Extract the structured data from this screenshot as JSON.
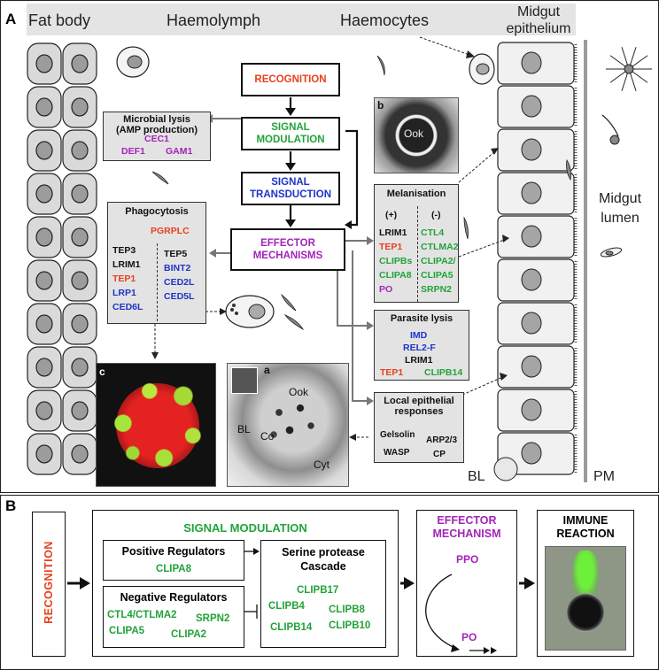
{
  "panel_a": {
    "letter": "A",
    "headers": {
      "fat_body": "Fat body",
      "haemolymph": "Haemolymph",
      "haemocytes": "Haemocytes",
      "midgut_epithelium_1": "Midgut",
      "midgut_epithelium_2": "epithelium",
      "midgut_lumen_1": "Midgut",
      "midgut_lumen_2": "lumen"
    },
    "flow": {
      "recognition": "RECOGNITION",
      "signal_modulation_1": "SIGNAL",
      "signal_modulation_2": "MODULATION",
      "signal_transduction_1": "SIGNAL",
      "signal_transduction_2": "TRANSDUCTION",
      "effector_1": "EFFECTOR",
      "effector_2": "MECHANISMS"
    },
    "microbial_lysis": {
      "title_1": "Microbial lysis",
      "title_2": "(AMP production)",
      "g1": "CEC1",
      "g2": "DEF1",
      "g3": "GAM1"
    },
    "phagocytosis": {
      "title": "Phagocytosis",
      "top": "PGRPLC",
      "left": [
        "TEP3",
        "LRIM1",
        "TEP1",
        "LRP1",
        "CED6L"
      ],
      "right": [
        "TEP5",
        "BINT2",
        "CED2L",
        "CED5L"
      ]
    },
    "melanisation": {
      "title": "Melanisation",
      "plus": "(+)",
      "minus": "(-)",
      "left": [
        "LRIM1",
        "TEP1",
        "CLIPBs",
        "CLIPA8",
        "PO"
      ],
      "right": [
        "CTL4",
        "CTLMA2",
        "CLIPA2/",
        "CLIPA5",
        "SRPN2"
      ]
    },
    "parasite_lysis": {
      "title": "Parasite lysis",
      "g1": "IMD",
      "g2": "REL2-F",
      "g3": "LRIM1",
      "g4": "TEP1",
      "g5": "CLIPB14"
    },
    "local_epithelial": {
      "title_1": "Local epithelial",
      "title_2": "responses",
      "g1": "Gelsolin",
      "g2": "ARP2/3",
      "g3": "WASP",
      "g4": "CP"
    },
    "micrographs": {
      "b_letter": "b",
      "b_ook": "Ook",
      "c_letter": "c",
      "a_letter": "a",
      "a_ook": "Ook",
      "a_co": "Co",
      "a_bl": "BL",
      "a_cyt": "Cyt"
    },
    "bl_label": "BL",
    "pm_label": "PM"
  },
  "panel_b": {
    "letter": "B",
    "recognition": "RECOGNITION",
    "signal_modulation": "SIGNAL MODULATION",
    "positive_title": "Positive Regulators",
    "positive_gene": "CLIPA8",
    "negative_title": "Negative Regulators",
    "negative_genes": [
      "CTL4/CTLMA2",
      "SRPN2",
      "CLIPA5",
      "CLIPA2"
    ],
    "serine_1": "Serine protease",
    "serine_2": "Cascade",
    "cascade_genes": [
      "CLIPB17",
      "CLIPB4",
      "CLIPB8",
      "CLIPB14",
      "CLIPB10"
    ],
    "effector_1": "EFFECTOR",
    "effector_2": "MECHANISM",
    "ppo": "PPO",
    "po": "PO",
    "immune_1": "IMMUNE",
    "immune_2": "REACTION"
  },
  "colors": {
    "recognition": "#e8401c",
    "modulation": "#22a33a",
    "transduction": "#1f33c8",
    "effector": "#a224b8"
  }
}
